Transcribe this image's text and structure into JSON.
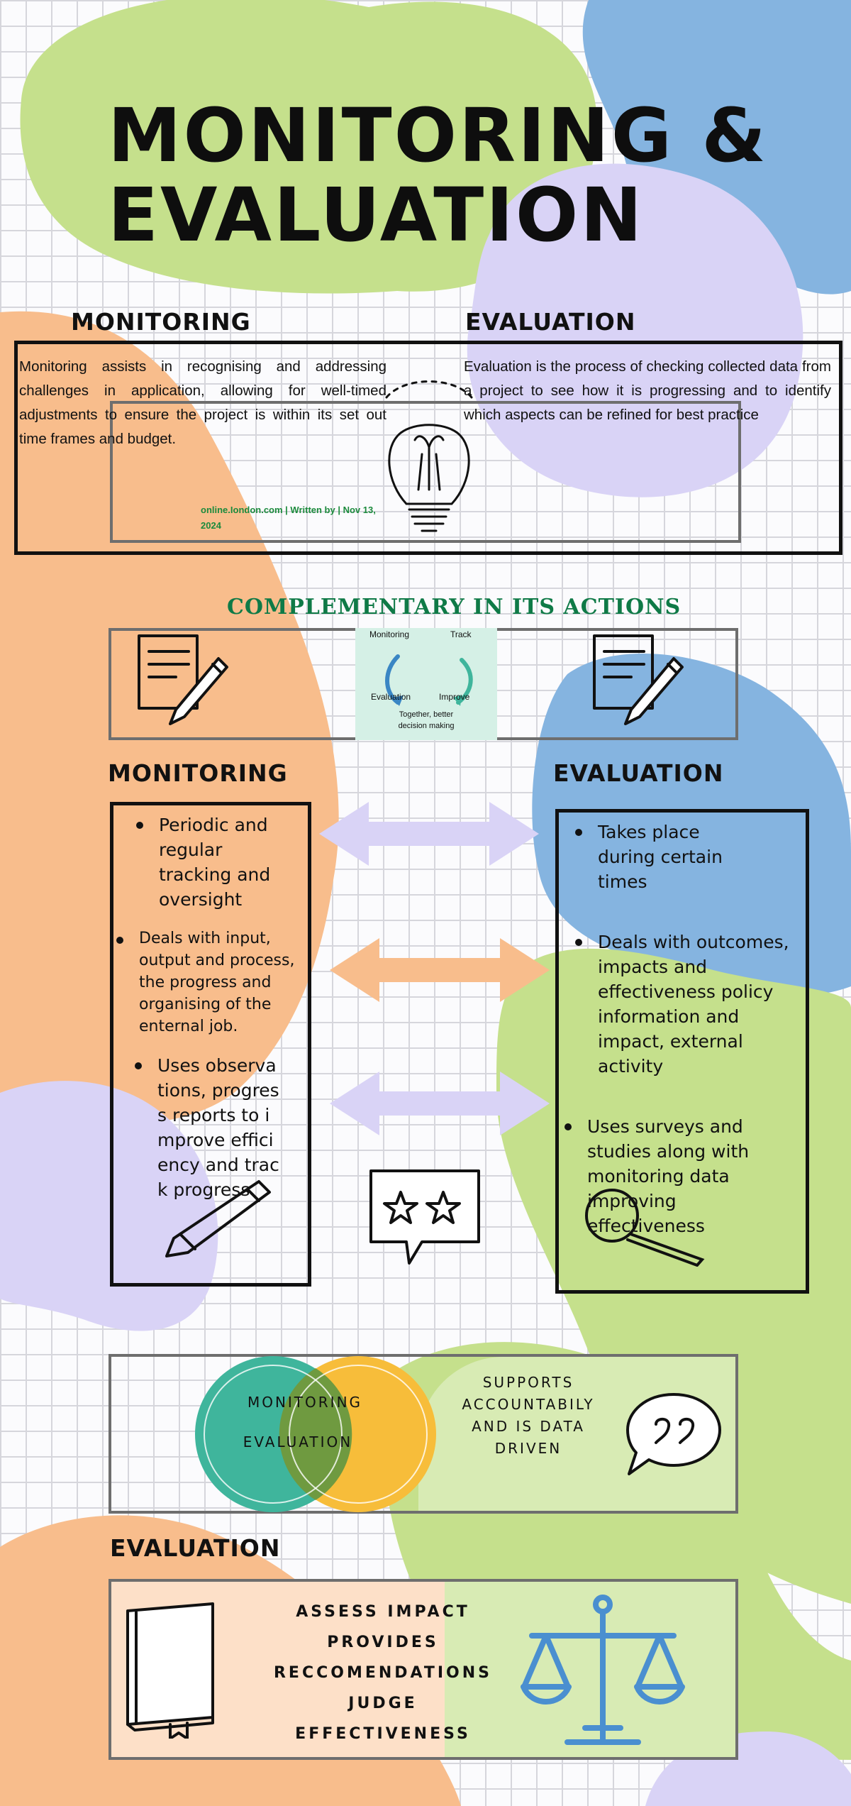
{
  "title": "Monitoring &\nEvaluation",
  "top": {
    "monitoring_heading": "MONITORING",
    "evaluation_heading": "EVALUATION",
    "monitoring_text": "Monitoring assists in recognising and addressing challenges in application, allowing for well-timed adjustments to ensure the project is within its set out time frames and budget.",
    "evaluation_text": "Evaluation is the process of checking collected data from a project to see how it is progressing and to identify which aspects can be refined for best practice",
    "source_line1": "online.Iondon.com | Written by ",
    "source_author": "",
    "source_line1_end": " | Nov 13,",
    "source_line2": "2024"
  },
  "complementary": {
    "heading": "COMPLEMENTARY IN ITS ACTIONS",
    "cycle_labels": [
      "Monitoring",
      "Track",
      "Evaluation",
      "Improve"
    ],
    "cycle_caption_1": "Together, better",
    "cycle_caption_2": "decision making"
  },
  "compare": {
    "monitoring_heading": "MONITORING",
    "evaluation_heading": "EVALUATION",
    "monitoring_points": [
      "Periodic and regular tracking and oversight",
      "Deals with input, output and process, the progress and organising of the enternal job.",
      "Uses observations, progress reports to improve efficiency and track progress"
    ],
    "evaluation_points": [
      "Takes place during certain times",
      "Deals with outcomes, impacts and effectiveness policy information and impact, external activity",
      "Uses surveys and studies along with monitoring data improving effectiveness"
    ]
  },
  "venn": {
    "monitoring_label": "MONITORING",
    "evaluation_label": "EVALUATION",
    "supports_text": "SUPPORTS ACCOUNTABILY AND IS DATA DRIVEN"
  },
  "evaluation_section": {
    "heading": "EVALUATION",
    "items": [
      "ASSESS IMPACT",
      "PROVIDES",
      "RECCOMENDATIONS",
      "JUDGE",
      "EFFECTIVENESS"
    ]
  },
  "colors": {
    "green_blob": "#c5e08c",
    "blue_blob": "#85b4e0",
    "lavender_blob": "#d9d3f6",
    "orange_blob": "#f8bd8c",
    "teal_circle": "#3fb59c",
    "yellow_circle": "#f7bd3a",
    "complementary_text": "#0f7a47",
    "scale_icon": "#4a8fd0"
  }
}
